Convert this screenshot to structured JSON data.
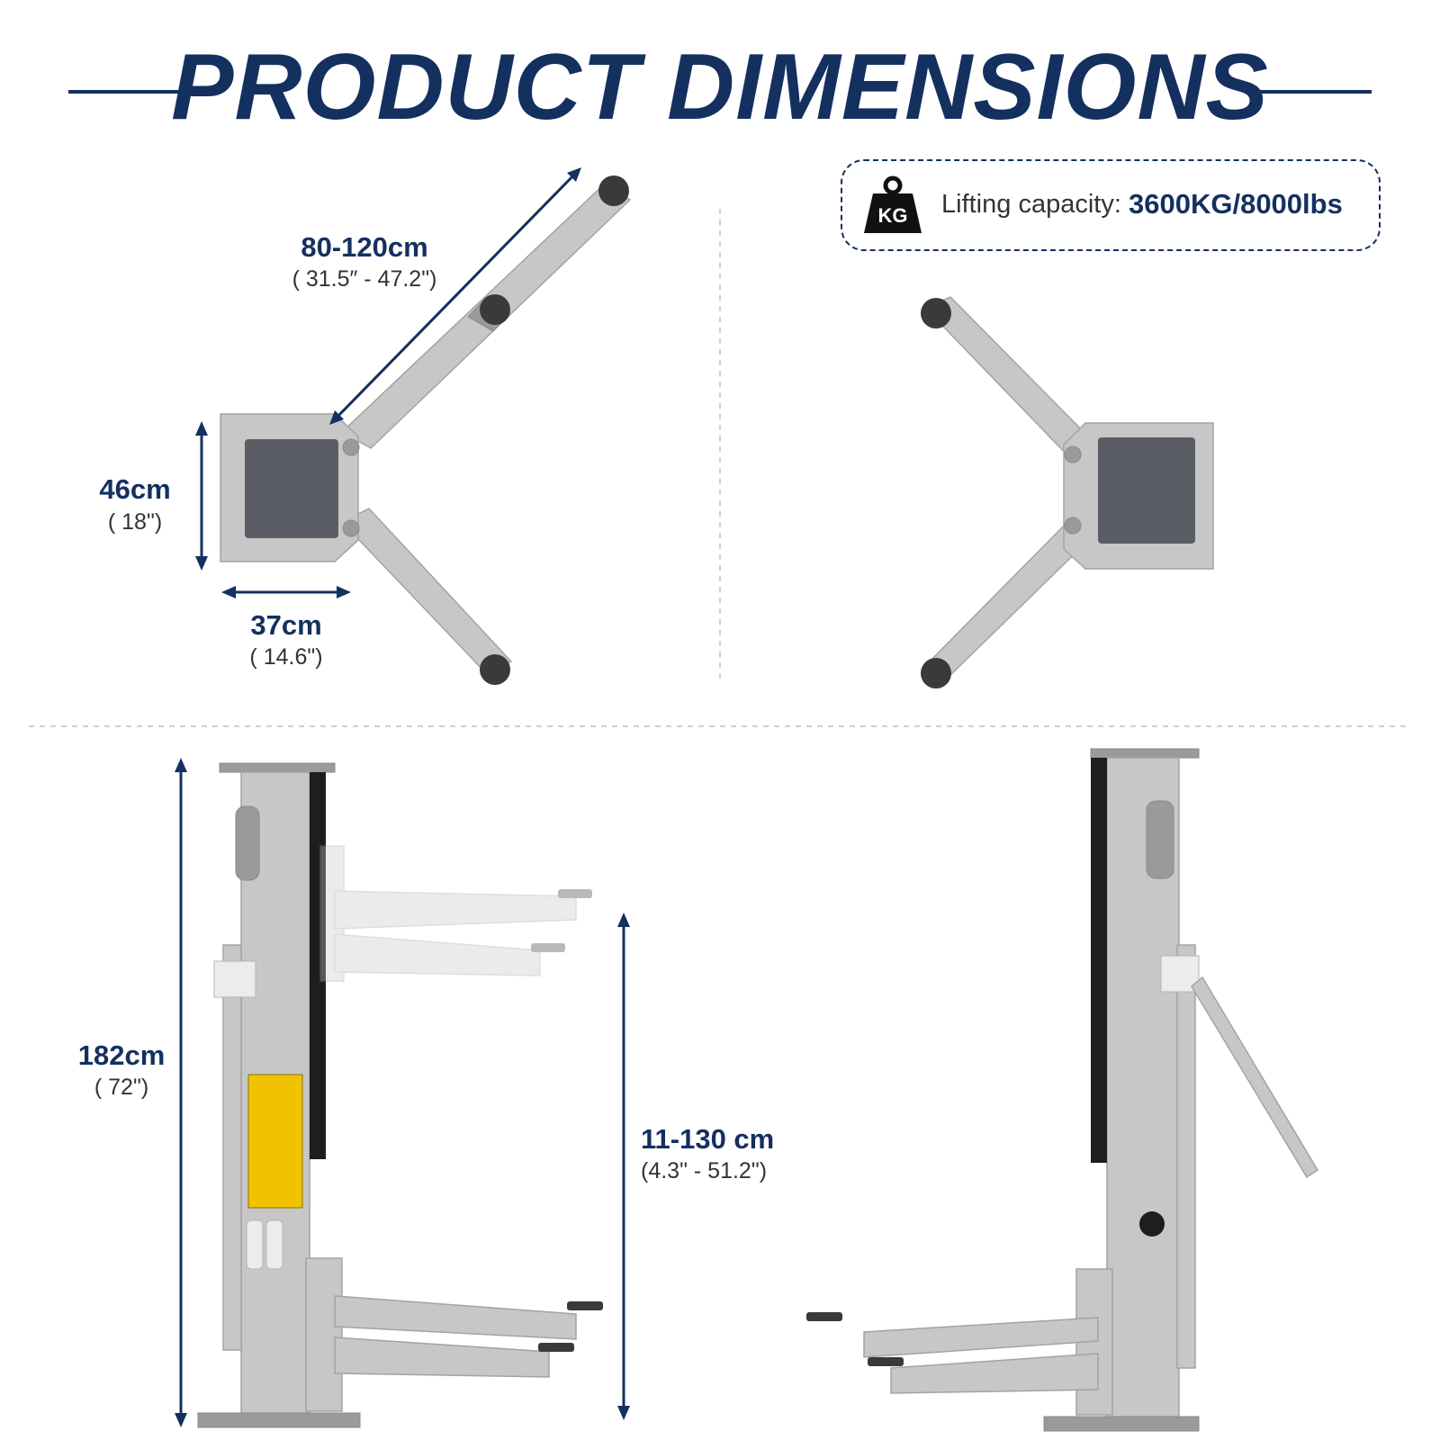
{
  "title": "PRODUCT DIMENSIONS",
  "colors": {
    "brand": "#14305f",
    "steel": "#c7c7c7",
    "steel_dark": "#9a9a9a",
    "plate": "#5a5d63",
    "pad": "#3a3a3a",
    "warning": "#f2c200"
  },
  "capacity": {
    "label": "Lifting capacity:",
    "value": "3600KG/8000lbs",
    "icon_text": "KG",
    "icon": "weight-icon"
  },
  "dimensions": {
    "arm_reach": {
      "main": "80-120cm",
      "sub": "( 31.5″ - 47.2\")"
    },
    "base_depth": {
      "main": "46cm",
      "sub": "( 18\")"
    },
    "base_width": {
      "main": "37cm",
      "sub": "( 14.6\")"
    },
    "column_height": {
      "main": "182cm",
      "sub": "( 72\")"
    },
    "lift_range": {
      "main": "11-130 cm",
      "sub": "(4.3\" - 51.2\")"
    }
  }
}
